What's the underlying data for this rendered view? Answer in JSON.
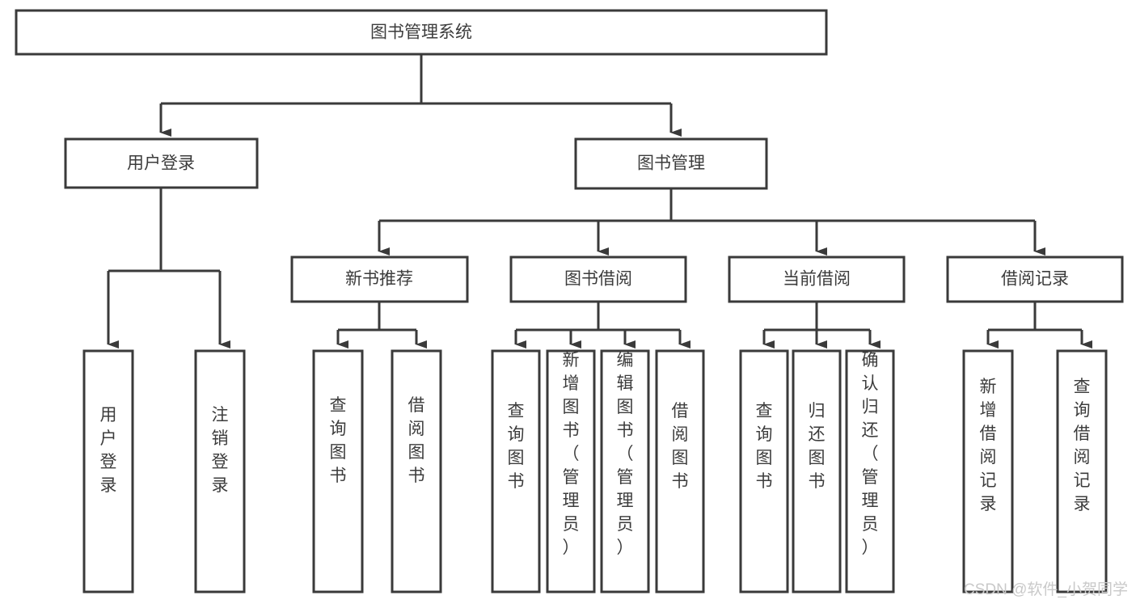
{
  "diagram": {
    "title": "图书管理系统",
    "type": "hierarchy-tree",
    "colors": {
      "stroke": "#3a3a3a",
      "fill": "#ffffff",
      "text": "#3c3c3c",
      "watermark": "#c9c9c9",
      "background": "#ffffff"
    },
    "root": {
      "label": "图书管理系统"
    },
    "level2": [
      {
        "label": "用户登录"
      },
      {
        "label": "图书管理"
      }
    ],
    "level3": [
      {
        "label": "新书推荐"
      },
      {
        "label": "图书借阅"
      },
      {
        "label": "当前借阅"
      },
      {
        "label": "借阅记录"
      }
    ],
    "leaves": {
      "user_login": [
        {
          "label": "用户登录"
        },
        {
          "label": "注销登录"
        }
      ],
      "new_book_recommend": [
        {
          "label": "查询图书"
        },
        {
          "label": "借阅图书"
        }
      ],
      "book_borrow": [
        {
          "label": "查询图书"
        },
        {
          "label": "新增图书（管理员）"
        },
        {
          "label": "编辑图书（管理员）"
        },
        {
          "label": "借阅图书"
        }
      ],
      "current_borrow": [
        {
          "label": "查询图书"
        },
        {
          "label": "归还图书"
        },
        {
          "label": "确认归还（管理员）"
        }
      ],
      "borrow_record": [
        {
          "label": "新增借阅记录"
        },
        {
          "label": "查询借阅记录"
        }
      ]
    },
    "watermark": "CSDN @软件_小贺同学"
  }
}
